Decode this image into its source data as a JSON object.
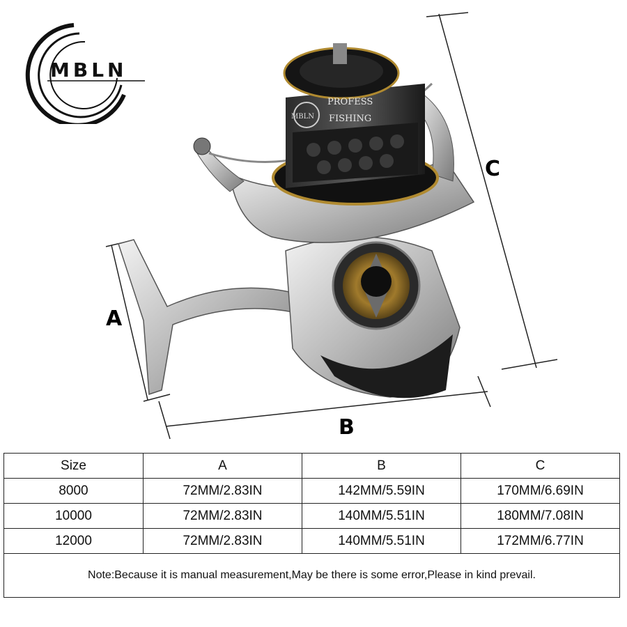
{
  "logo": {
    "text": "MBLN"
  },
  "product": {
    "spool_print_1": "PROFESS",
    "spool_print_2": "FISHING",
    "spool_brand": "MBLN"
  },
  "dimensions": {
    "a_label": "A",
    "b_label": "B",
    "c_label": "C"
  },
  "table": {
    "headers": [
      "Size",
      "A",
      "B",
      "C"
    ],
    "rows": [
      [
        "8000",
        "72MM/2.83IN",
        "142MM/5.59IN",
        "170MM/6.69IN"
      ],
      [
        "10000",
        "72MM/2.83IN",
        "140MM/5.51IN",
        "180MM/7.08IN"
      ],
      [
        "12000",
        "72MM/2.83IN",
        "140MM/5.51IN",
        "172MM/6.77IN"
      ]
    ],
    "note": "Note:Because it is manual measurement,May be there is some error,Please in kind prevail."
  }
}
